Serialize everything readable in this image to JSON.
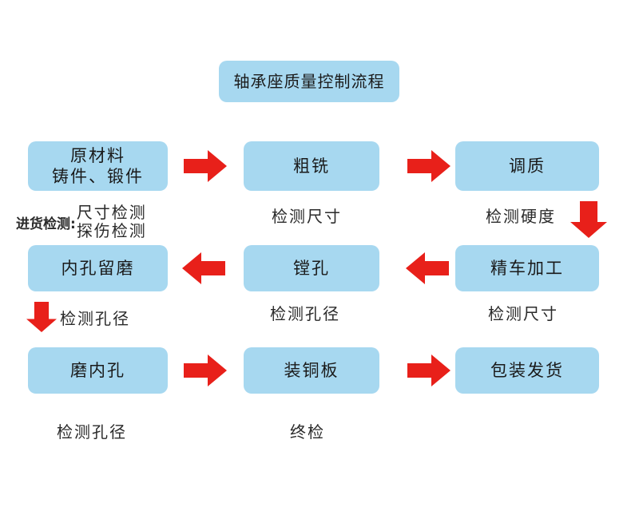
{
  "diagram": {
    "title": "轴承座质量控制流程",
    "background_color": "#ffffff",
    "node_color": "#a7d8f0",
    "arrow_color": "#e8201a",
    "text_color": "#1a1a1a"
  },
  "nodes": {
    "raw_material_line1": "原材料",
    "raw_material_line2": "铸件、锻件",
    "rough_milling": "粗铣",
    "quench_temper": "调质",
    "bore_reserve_grind": "内孔留磨",
    "boring": "镗孔",
    "fine_turning": "精车加工",
    "grind_inner_hole": "磨内孔",
    "install_copper_plate": "装铜板",
    "package_ship": "包装发货"
  },
  "captions": {
    "inbound_label": "进货检测:",
    "inbound_check_line1": "尺寸检测",
    "inbound_check_line2": "探伤检测",
    "check_dimension_row1": "检测尺寸",
    "check_hardness": "检测硬度",
    "check_bore_left": "检测孔径",
    "check_bore_mid": "检测孔径",
    "check_dimension_row2": "检测尺寸",
    "check_bore_bottom": "检测孔径",
    "final_inspection": "终检"
  },
  "arrows": {
    "a1": "right-arrow",
    "a2": "right-arrow",
    "a3": "down-arrow",
    "a4": "left-arrow",
    "a5": "left-arrow",
    "a6": "down-arrow",
    "a7": "right-arrow",
    "a8": "right-arrow"
  }
}
